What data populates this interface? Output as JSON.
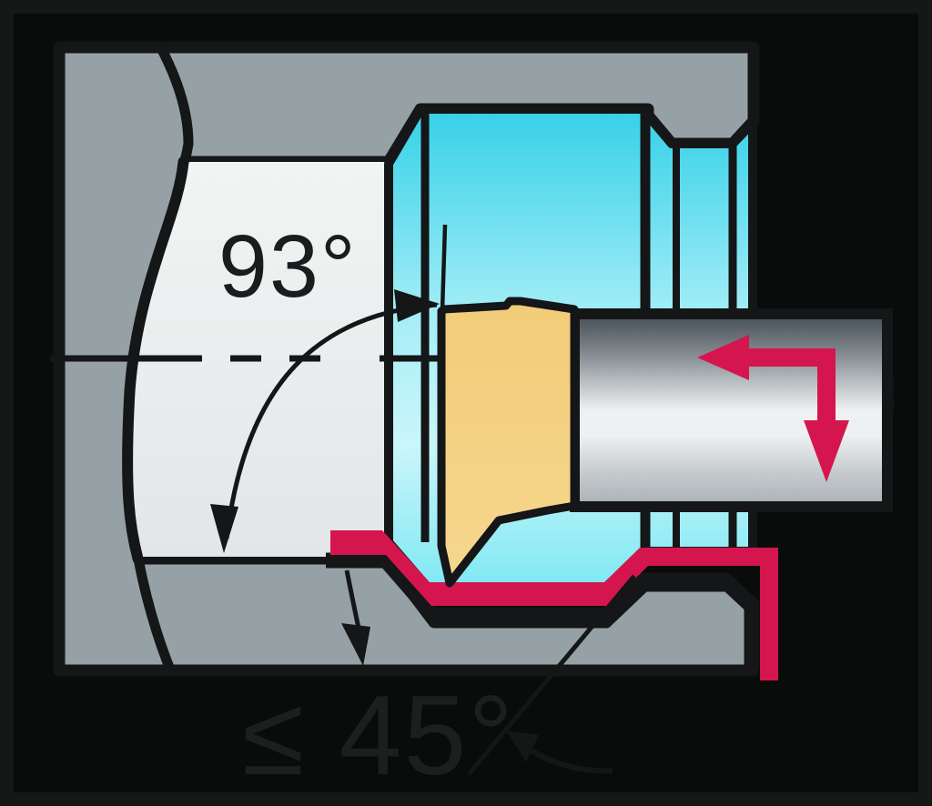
{
  "diagram": {
    "type": "machining cross-section of internal boring / profile turning",
    "lead_angle_label": "93°",
    "max_ramp_angle_label": "≤ 45°"
  },
  "icons": {
    "feed_direction_icon": "elbow arrow pointing left then down (red)",
    "lead_angle_arc_icon": "double-headed arc between cutting edge and axis",
    "ramp_leader_icon": "diagonal leader line with curved arrow",
    "depth_arrow_icon": "small curved arrow pointing down to contour"
  },
  "colors": {
    "background": "#0a0c0b",
    "border": "#161817",
    "outline": "#141617",
    "workpiece_gray": "#96a1a6",
    "cavity_white_top": "#f2f4f4",
    "cavity_white_bottom": "#e3e6e7",
    "machined_surface_cyan": "#35d0e8",
    "machined_surface_cyan_pale": "#c9f6fa",
    "insert_tan": "#f4cf7d",
    "contour_red": "#d5164e",
    "bar_metal_dark": "#454d54",
    "bar_metal_light": "#eef1f2",
    "label_on_white": "#1a1c1e",
    "label_on_black": "#1d1f1e"
  }
}
